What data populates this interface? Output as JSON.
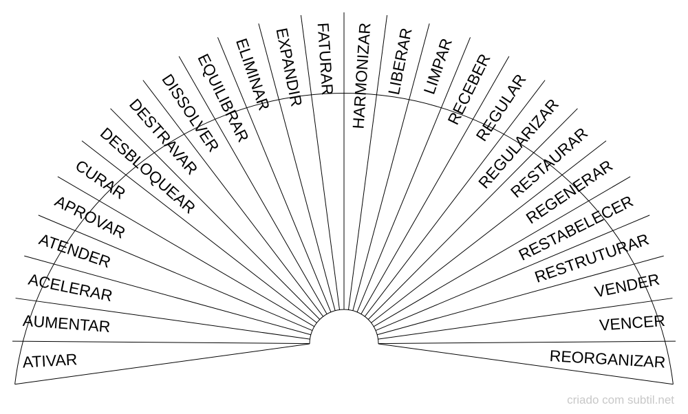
{
  "chart": {
    "labels": [
      "ATIVAR",
      "AUMENTAR",
      "ACELERAR",
      "ATENDER",
      "APROVAR",
      "CURAR",
      "DESBLOQUEAR",
      "DESTRAVAR",
      "DISSOLVER",
      "EQUILIBRAR",
      "ELIMINAR",
      "EXPANDIR",
      "FATURAR",
      "HARMONIZAR",
      "LIBERAR",
      "LIMPAR",
      "RECEBER",
      "REGULAR",
      "REGULARIZAR",
      "RESTAURAR",
      "REGENERAR",
      "RESTABELECER",
      "RESTRUTURAR",
      "VENDER",
      "VENCER",
      "REORGANIZAR"
    ]
  },
  "footer": {
    "credit": "criado com subtil.net"
  },
  "colors": {
    "line": "#000000",
    "text": "#000000",
    "credit": "#c8c8c8"
  }
}
